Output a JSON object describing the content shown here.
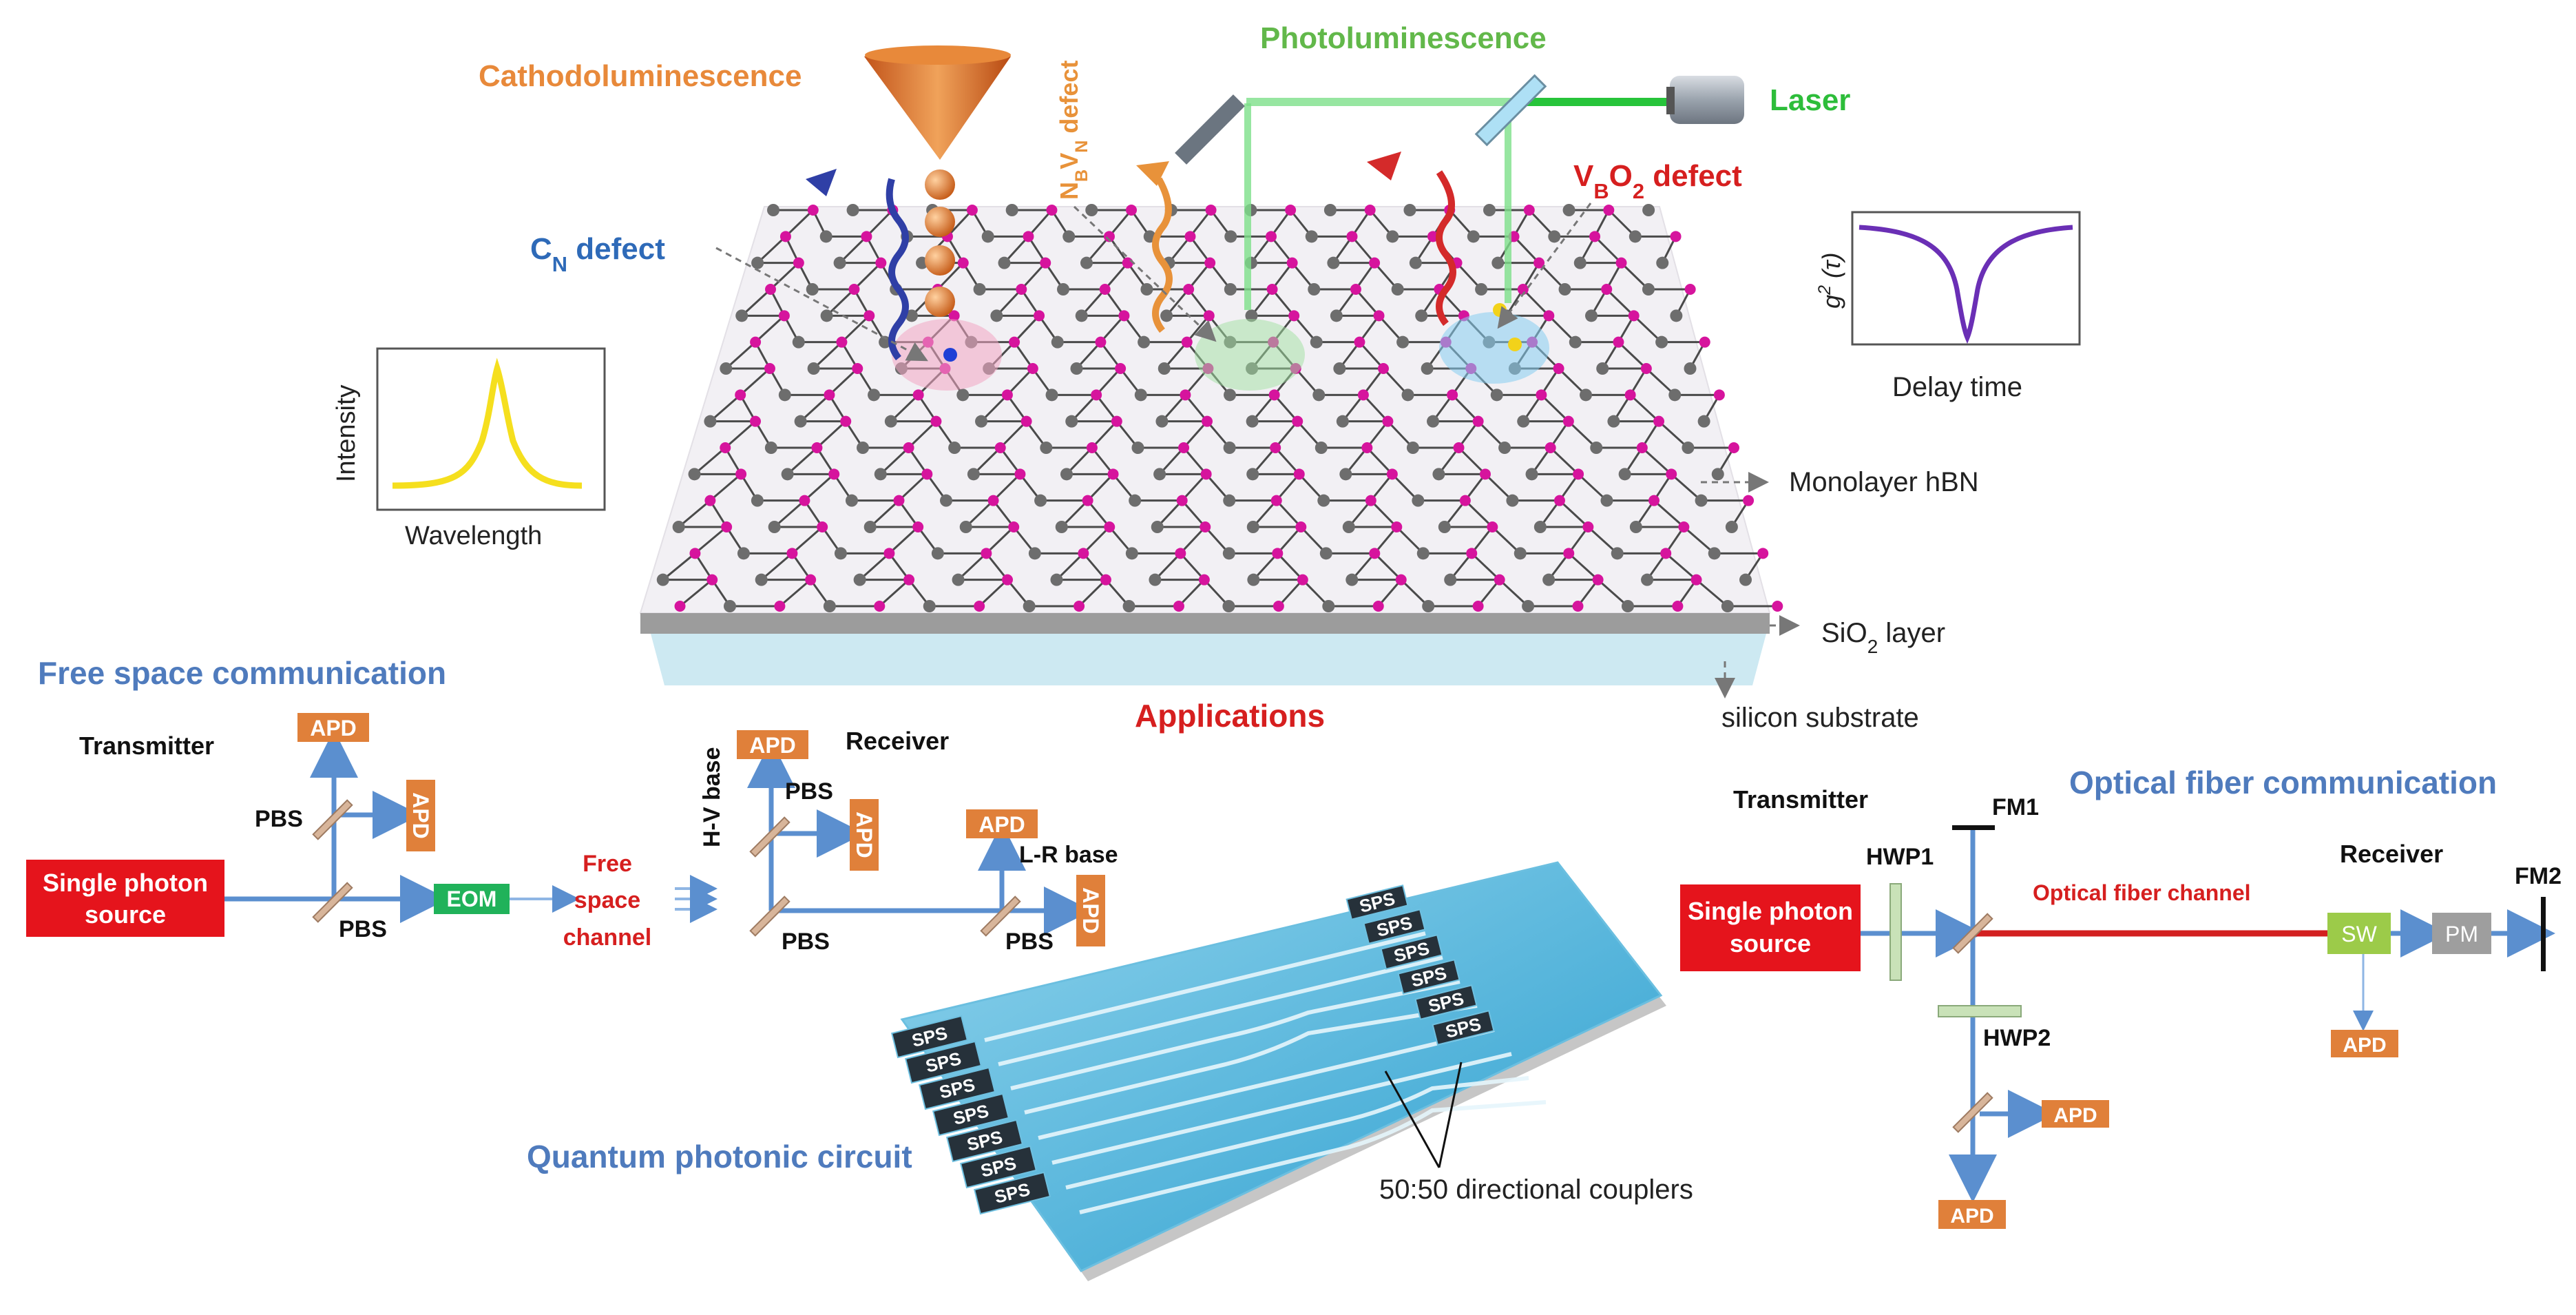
{
  "colors": {
    "magenta": "#d6149d",
    "gray_atom": "#6d6d6d",
    "blue_title": "#4f7bbd",
    "red": "#d61f1f",
    "orange": "#e8893a",
    "green": "#62b84a",
    "apd_orange": "#e0803a",
    "sps_red": "#e5141c",
    "eom_green": "#20b25a",
    "sw_green": "#9ccb49",
    "pm_gray": "#9e9e9e",
    "fiber_red": "#d32020",
    "beam_blue": "#5b8fcf",
    "laser_green": "#2dbd3a",
    "substrate": "#cde9f2"
  },
  "header": {
    "cathodo": "Cathodoluminescence",
    "photolum": "Photoluminescence",
    "laser": "Laser",
    "nbvn": "NBVN defect",
    "cn": "CN defect",
    "vbo2": "VBO2 defect",
    "monolayer": "Monolayer hBN",
    "sio2": "SiO2 layer",
    "silicon": "silicon substrate",
    "applications": "Applications"
  },
  "spectrum_inset": {
    "ylabel": "Intensity",
    "xlabel": "Wavelength"
  },
  "g2_inset": {
    "ylabel": "g2 (τ)",
    "xlabel": "Delay time"
  },
  "free_space": {
    "title": "Free space communication",
    "transmitter": "Transmitter",
    "receiver": "Receiver",
    "source": [
      "Single photon",
      "source"
    ],
    "pbs": "PBS",
    "apd": "APD",
    "eom": "EOM",
    "channel": [
      "Free",
      "space",
      "channel"
    ],
    "hv_base": "H-V base",
    "lr_base": "L-R base"
  },
  "circuit": {
    "title": "Quantum photonic circuit",
    "sps": "SPS",
    "couplers": "50:50 directional couplers"
  },
  "fiber": {
    "title": "Optical fiber communication",
    "transmitter": "Transmitter",
    "receiver": "Receiver",
    "source": [
      "Single photon",
      "source"
    ],
    "hwp1": "HWP1",
    "hwp2": "HWP2",
    "fm1": "FM1",
    "fm2": "FM2",
    "channel": "Optical fiber channel",
    "sw": "SW",
    "pm": "PM",
    "apd": "APD"
  }
}
